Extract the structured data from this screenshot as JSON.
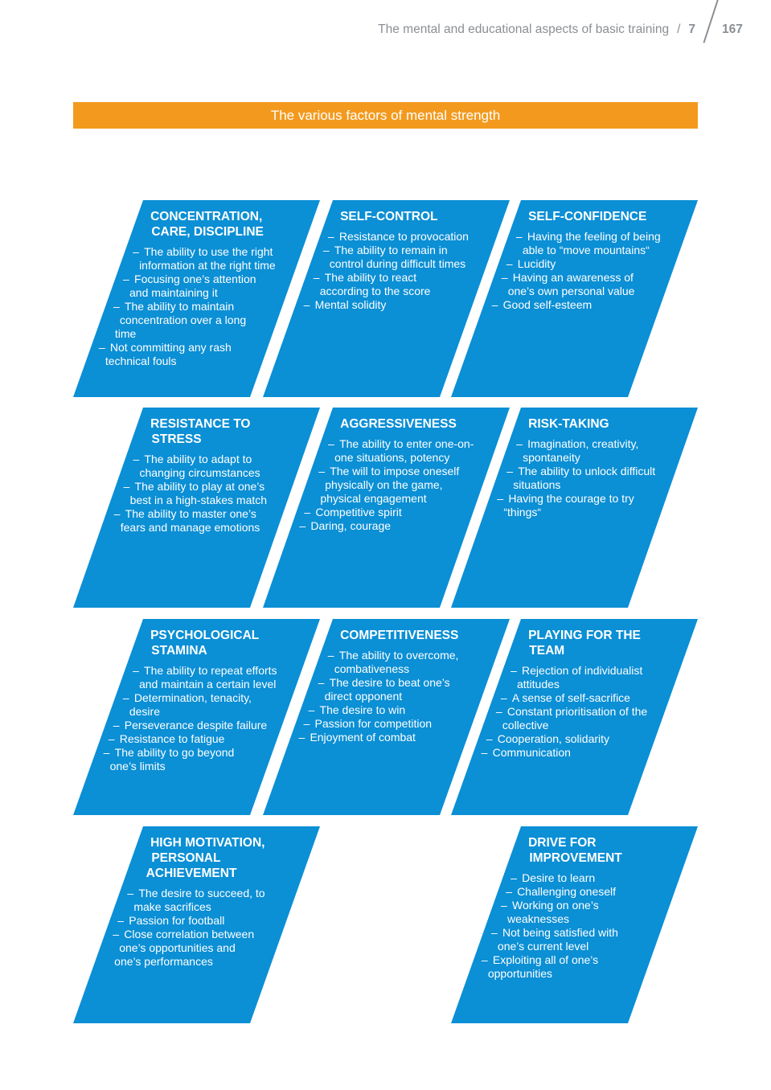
{
  "header": {
    "running_title": "The mental and educational aspects of basic training",
    "chapter": "7",
    "page_number": "167"
  },
  "banner": {
    "title": "The various factors of mental strength"
  },
  "colors": {
    "panel_blue": "#0b8fd5",
    "banner_orange": "#f39a1e"
  },
  "panels": [
    {
      "title": "CONCENTRATION, CARE, DISCIPLINE",
      "items": [
        "The ability to use the right information at the right time",
        "Focusing one’s attention and maintaining it",
        "The ability to maintain concentration over a long time",
        "Not committing any rash technical fouls"
      ]
    },
    {
      "title": "SELF-CONTROL",
      "items": [
        "Resistance to provocation",
        "The ability to remain in control during difficult times",
        "The ability to react according to the score",
        "Mental solidity"
      ]
    },
    {
      "title": "SELF-CONFIDENCE",
      "items": [
        "Having the feeling of being able to “move mountains“",
        "Lucidity",
        "Having an awareness of one’s own personal value",
        "Good self-esteem"
      ]
    },
    {
      "title": "RESISTANCE TO STRESS",
      "items": [
        "The ability to adapt to changing circumstances",
        "The ability to play at one’s best in a high-stakes match",
        "The ability to master one’s fears and manage emotions"
      ]
    },
    {
      "title": "AGGRESSIVENESS",
      "items": [
        "The ability to enter one-on-one situations, potency",
        "The will to impose oneself physically on the game, physical engagement",
        "Competitive spirit",
        "Daring, courage"
      ]
    },
    {
      "title": "RISK-TAKING",
      "items": [
        "Imagination, creativity, spontaneity",
        "The ability to unlock difficult situations",
        "Having the courage to try “things“"
      ]
    },
    {
      "title": "PSYCHOLOGICAL STAMINA",
      "items": [
        "The ability to repeat efforts and maintain a certain level",
        "Determination, tenacity, desire",
        "Perseverance despite failure",
        "Resistance to fatigue",
        "The ability to go beyond one’s limits"
      ]
    },
    {
      "title": "COMPETITIVENESS",
      "items": [
        "The ability to overcome, combativeness",
        "The desire to beat one’s direct opponent",
        "The desire to win",
        "Passion for competition",
        "Enjoyment of combat"
      ]
    },
    {
      "title": "PLAYING FOR THE TEAM",
      "items": [
        "Rejection of individualist attitudes",
        "A sense of self-sacrifice",
        "Constant prioritisation of the collective",
        "Cooperation, solidarity",
        "Communication"
      ]
    },
    {
      "title": "HIGH MOTIVATION, PERSONAL ACHIEVEMENT",
      "items": [
        "The desire to succeed, to make sacrifices",
        "Passion for football",
        "Close correlation between one’s opportunities and one’s performances"
      ]
    },
    {
      "title": "DRIVE FOR IMPROVEMENT",
      "items": [
        "Desire to learn",
        "Challenging oneself",
        "Working on one’s weaknesses",
        "Not being satisfied with one’s current level",
        "Exploiting all of one’s opportunities"
      ]
    }
  ]
}
